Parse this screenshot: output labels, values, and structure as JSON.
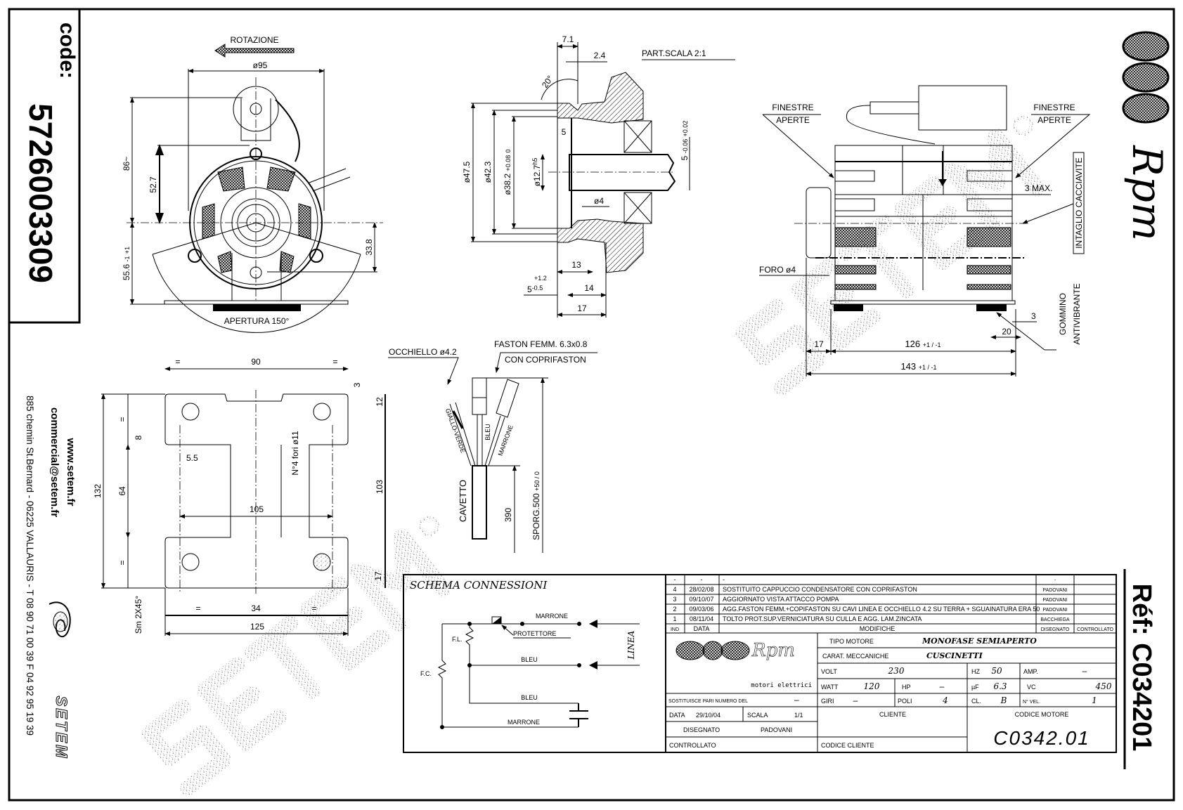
{
  "header": {
    "code_label": "code:",
    "code": "5726003309"
  },
  "contact": {
    "website": "www.setem.fr",
    "email": "commercial@setem.fr",
    "address": "885 chemin St.Bernard  -  06225 VALLAURIS  -  T 08 90 71 00 39   F 04 92 95 19 39"
  },
  "brand": {
    "setem_logo": "SETEM",
    "watermark": "SETEM®",
    "rpm": "Rpm",
    "rpm_sub": "motori elettrici",
    "ref_label": "Réf:",
    "ref": "C034201"
  },
  "front_view": {
    "rotation": "ROTAZIONE",
    "d95": "ø95",
    "h86": "86~",
    "h52": "52.7",
    "h55": "55.6",
    "h55_tol_plus": "+1",
    "h55_tol_minus": "-1",
    "h33": "33.8",
    "aperture": "APERTURA 150°"
  },
  "detail_view": {
    "scale": "PART.SCALA 2:1",
    "d7": "7.1",
    "d2": "2.4",
    "angle": "20°",
    "d47": "ø47.5",
    "d42": "ø42.3",
    "d38": "ø38.2",
    "d38_tol_plus": "+0.08",
    "d38_tol_minus": "0",
    "d12": "ø12.7",
    "d12_fit": "h5",
    "d5": "5",
    "d4": "ø4",
    "shaft5": "5",
    "shaft5_tol_plus": "+0.02",
    "shaft5_tol_minus": "-0.06",
    "d13": "13",
    "d14": "14",
    "d17": "17",
    "f5": "5",
    "f5_tol_plus": "+1.2",
    "f5_tol_minus": "-0.5"
  },
  "side_view": {
    "windows_left": [
      "FINESTRE",
      "APERTE"
    ],
    "windows_right": [
      "FINESTRE",
      "APERTE"
    ],
    "max3": "3 MAX.",
    "slot": "INTAGLIO CACCIAVITE",
    "hole": "FORO ø4",
    "damper": [
      "GOMMINO",
      "ANTIVIBRANTE"
    ],
    "d3": "3",
    "d20": "20",
    "d17": "17",
    "d126": "126",
    "d126_tol": "+1 / -1",
    "d143": "143",
    "d143_tol": "+1 / -1"
  },
  "plate_view": {
    "d90": "90",
    "eq": "=",
    "d132": "132",
    "d64": "64",
    "d8": "8",
    "d55": "5.5",
    "holes": "N°4 fori ø11",
    "d105": "105",
    "d103": "103",
    "d12": "12",
    "d3": "3",
    "d17": "17",
    "d34": "34",
    "d125": "125",
    "chamfer": "Sm 2X45°"
  },
  "cable_view": {
    "eyelet": "OCCHIELLO ø4.2",
    "faston": "FASTON FEMM. 6.3x0.8",
    "cover": "CON COPRIFASTON",
    "wire_gv": "GIALLO-VERDE",
    "wire_bleu": "BLEU",
    "wire_marrone": "MARRONE",
    "cable": "CAVETTO",
    "d390": "390",
    "protrusion": "SPORG.500",
    "protrusion_tol": "+50 / 0"
  },
  "schema": {
    "title": "SCHEMA CONNESSIONI",
    "marrone": "MARRONE",
    "protector": "PROTETTORE",
    "bleu": "BLEU",
    "bleu2": "BLEU",
    "marrone2": "MARRONE",
    "fl": "F.L.",
    "fc": "F.C.",
    "line": "LINEA"
  },
  "revisions": [
    {
      "ind": "-",
      "date": "-",
      "text": "-",
      "drawn": "-",
      "checked": ""
    },
    {
      "ind": "4",
      "date": "28/02/08",
      "text": "SOSTITUITO CAPPUCCIO CONDENSATORE CON COPRIFASTON",
      "drawn": "PADOVANI",
      "checked": ""
    },
    {
      "ind": "3",
      "date": "09/10/07",
      "text": "AGGIORNATO VISTA ATTACCO POMPA",
      "drawn": "PADOVANI",
      "checked": ""
    },
    {
      "ind": "2",
      "date": "09/03/06",
      "text": "AGG.FASTON FEMM.+COPIFASTON SU CAVI LINEA E OCCHIELLO 4.2 SU TERRA + SGUAINATURA ERA 50",
      "drawn": "PADOVANI",
      "checked": ""
    },
    {
      "ind": "1",
      "date": "08/11/04",
      "text": "TOLTO PROT.SUP.VERNICIATURA SU CULLA E AGG. LAM.ZINCATA",
      "drawn": "BACCHIEGA",
      "checked": ""
    }
  ],
  "revision_headers": {
    "ind": "IND",
    "date": "DATA",
    "text": "MODIFICHE",
    "drawn": "DISEGNATO",
    "checked": "CONTROLLATO"
  },
  "titleblock": {
    "motor_type_label": "TIPO MOTORE",
    "motor_type": "MONOFASE SEMIAPERTO",
    "mech_label": "CARAT. MECCANICHE",
    "mech": "CUSCINETTI",
    "volt_label": "VOLT",
    "volt": "230",
    "hz_label": "HZ",
    "hz": "50",
    "amp_label": "AMP.",
    "amp": "–",
    "watt_label": "WATT",
    "watt": "120",
    "hp_label": "HP",
    "hp": "–",
    "uf_label": "µF",
    "uf": "6.3",
    "vc_label": "VC",
    "vc": "450",
    "rpm_label": "GIRI",
    "rpm": "–",
    "poles_label": "POLI",
    "poles": "4",
    "class_label": "CL.",
    "class": "B",
    "speeds_label": "N° VEL.",
    "speeds": "1",
    "replaces_label": "SOSTITUISCE PARI NUMERO DEL",
    "replaces": "–",
    "date_label": "DATA",
    "date": "29/10/04",
    "scale_label": "SCALA",
    "scale": "1/1",
    "drawn_label": "DISEGNATO",
    "drawn": "PADOVANI",
    "checked_label": "CONTROLLATO",
    "client_label": "CLIENTE",
    "client_code_label": "CODICE CLIENTE",
    "motor_code_label": "CODICE MOTORE",
    "motor_code": "C0342.01"
  }
}
